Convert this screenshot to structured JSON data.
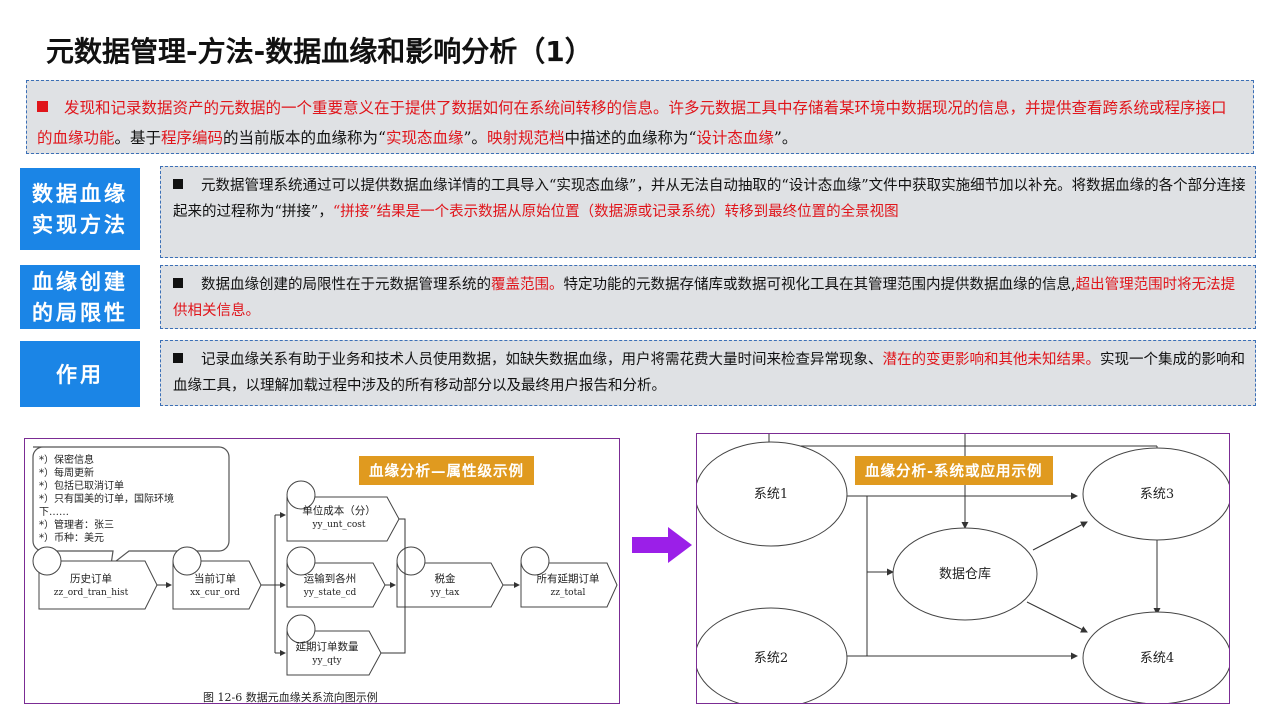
{
  "title": "元数据管理-方法-数据血缘和影响分析（1）",
  "intro": {
    "p1": "发现和记录数据资产的元数据的一个重要意义在于提供了数据如何在系统间转移的信息。许多元数据工具中存储着某环境中数据现况的信息，并提供查看跨",
    "r1": "系统或程序接口的血缘功能",
    "p2": "。基于",
    "r2": "程序编码",
    "p3": "的当前版本的血缘称为“",
    "r3": "实现态血缘",
    "p4": "”。",
    "r4": "映射规范档",
    "p5": "中描述的血缘称为“",
    "r5": "设计态血缘",
    "p6": "”。"
  },
  "rows": [
    {
      "label": "数据血缘实现方法",
      "p1": "元数据管理系统通过可以提供数据血缘详情的工具导入“实现态血缘”，并从无法自动抽取的“设计态血缘”文件中获取实施细节加以补充。将数据血缘的各个部分连接起来的过程称为“拼接”，",
      "r1": "“拼接”结果是一个表示数据从原始位置（数据源或记录系统）转移到最终位置的全景视图",
      "p2": ""
    },
    {
      "label": "血缘创建的局限性",
      "p1": "数据血缘创建的局限性在于元数据管理系统的",
      "r1": "覆盖范围。",
      "p2": "特定功能的元数据存储库或数据可视化工具在其管理范围内提供数据血缘的信息,",
      "r2": "超出管理范围时将无法提供相关信息。"
    },
    {
      "label": "作用",
      "p1": "记录血缘关系有助于业务和技术人员使用数据，如缺失数据血缘，用户将需花费大量时间来检查异常现象、",
      "r1": "潜在的变更影响和其他未知结果。",
      "p2": "实现一个集成的影响和血缘工具，以理解加载过程中涉及的所有移动部分以及最终用户报告和分析。"
    }
  ],
  "left_panel": {
    "tag": "血缘分析—属性级示例",
    "note_lines": [
      "*）保密信息",
      "*）每周更新",
      "*）包括已取消订单",
      "*）只有国美的订单，国际环境",
      "下……",
      "*）管理者：张三",
      "*）币种：美元"
    ],
    "nodes": [
      {
        "name": "历史订单",
        "code": "zz_ord_tran_hist"
      },
      {
        "name": "当前订单",
        "code": "xx_cur_ord"
      },
      {
        "name": "单位成本（分）",
        "code": "yy_unt_cost"
      },
      {
        "name": "运输到各州",
        "code": "yy_state_cd"
      },
      {
        "name": "延期订单数量",
        "code": "yy_qty"
      },
      {
        "name": "税金",
        "code": "yy_tax"
      },
      {
        "name": "所有延期订单",
        "code": "zz_total"
      }
    ],
    "caption": "图 12-6   数据元血缘关系流向图示例"
  },
  "right_panel": {
    "tag": "血缘分析-系统或应用示例",
    "nodes": [
      "系统1",
      "系统2",
      "数据仓库",
      "系统3",
      "系统4"
    ]
  },
  "colors": {
    "accent_blue": "#1b85e6",
    "red": "#e0151b",
    "tag_orange": "#e09a1f",
    "arrow_purple": "#9b1fe8"
  }
}
